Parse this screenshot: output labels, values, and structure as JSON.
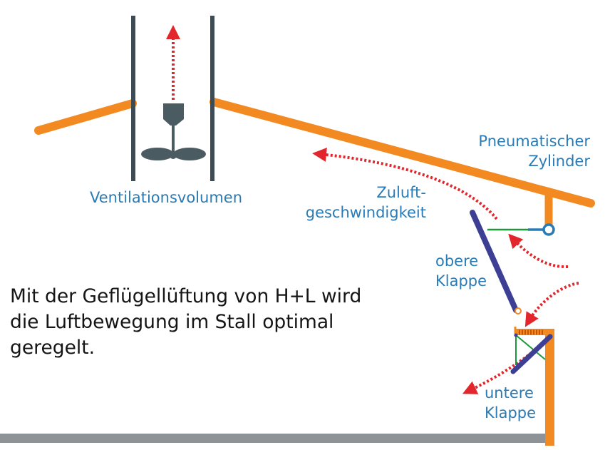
{
  "labels": {
    "ventilation": "Ventilationsvolumen",
    "cylinder": [
      "Pneumatischer",
      "Zylinder"
    ],
    "air_speed": [
      "Zuluft-",
      "geschwindigkeit"
    ],
    "upper_flap": [
      "obere",
      "Klappe"
    ],
    "lower_flap": [
      "untere",
      "Klappe"
    ]
  },
  "caption": [
    "Mit der Geflügellüftung von H+L wird",
    "die Luftbewegung im Stall optimal",
    "geregelt."
  ],
  "colors": {
    "roof": "#f28a21",
    "chimney": "#3c4b54",
    "fan": "#4a5c62",
    "airflow_arrow": "#e3262b",
    "flap": "#3c3f94",
    "label_text": "#2a7bb5",
    "cylinder_rod": "#1a9a3a",
    "hinge": "#2a7bb5",
    "floor": "#8d9396"
  }
}
